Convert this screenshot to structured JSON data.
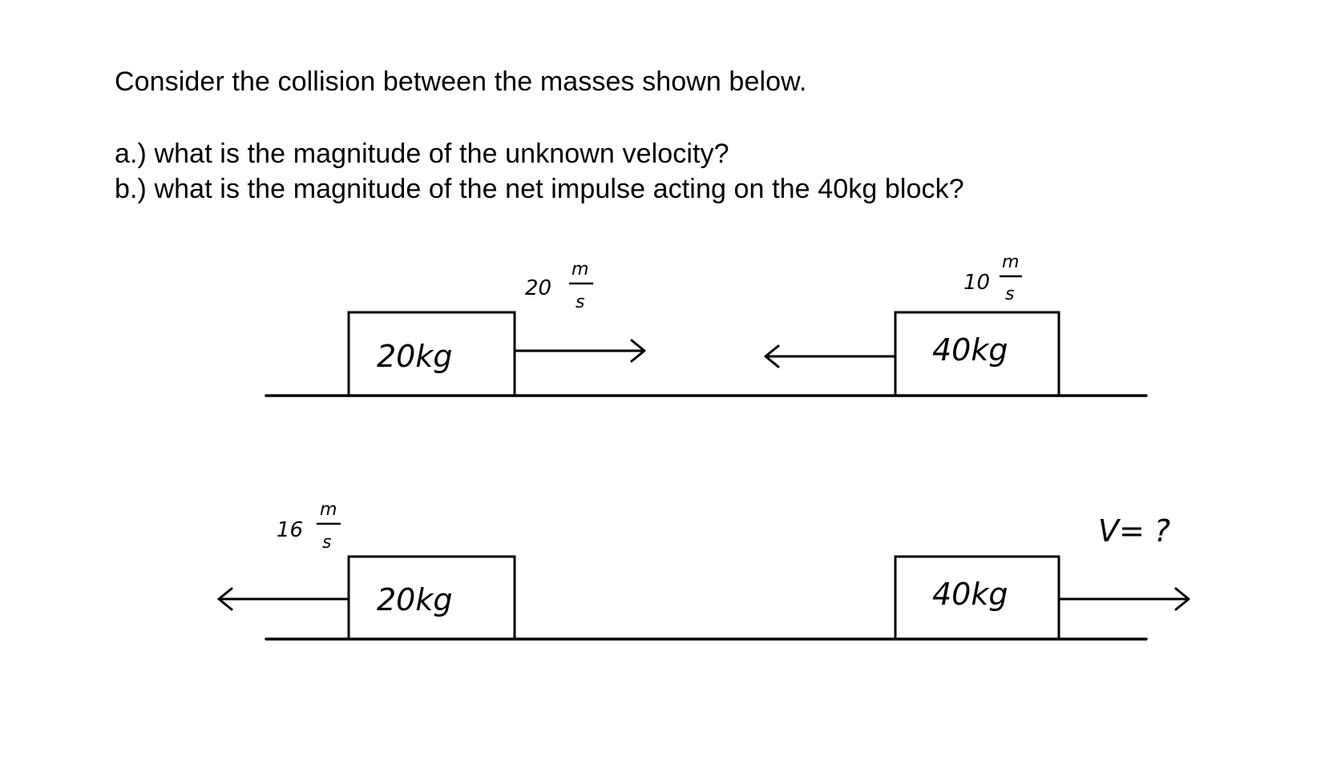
{
  "problem": {
    "intro": "Consider the collision between the masses shown below.",
    "question_a": "a.) what is the magnitude of the unknown velocity?",
    "question_b": "b.) what is the magnitude of the net impulse acting on the 40kg block?"
  },
  "before": {
    "block_small": {
      "label": "20kg",
      "velocity_value": "20",
      "unit_top": "m",
      "unit_bottom": "s",
      "direction": "right"
    },
    "block_large": {
      "label": "40kg",
      "velocity_value": "10",
      "unit_top": "m",
      "unit_bottom": "s",
      "direction": "left"
    }
  },
  "after": {
    "block_small": {
      "label": "20kg",
      "velocity_value": "16",
      "unit_top": "m",
      "unit_bottom": "s",
      "direction": "left"
    },
    "block_large": {
      "label": "40kg",
      "velocity_value": "V= ?",
      "direction": "right"
    }
  }
}
